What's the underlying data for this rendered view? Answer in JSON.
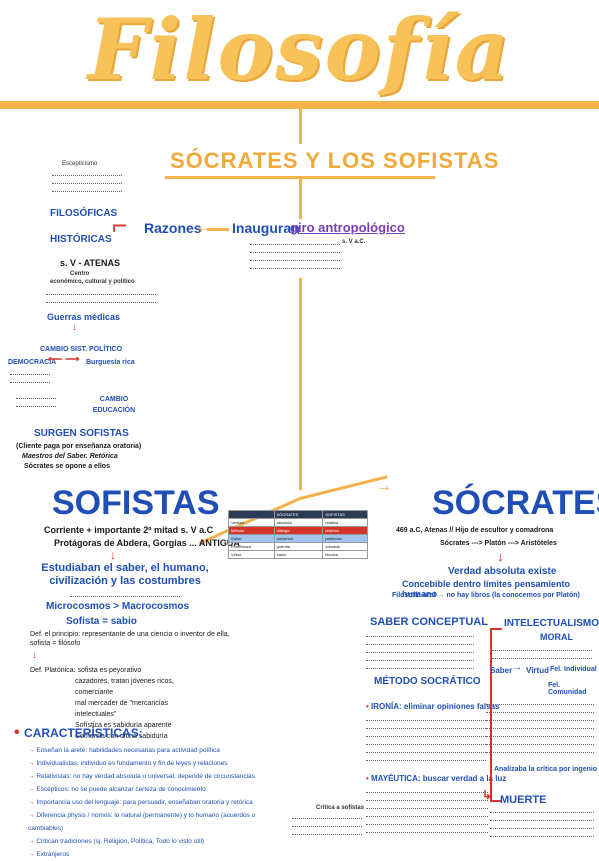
{
  "title": "Filosofía",
  "subtitle": "SÓCRATES Y LOS SOFISTAS",
  "top": {
    "razones": "Razones",
    "inauguran": "Inauguran",
    "giro": "giro antropológico",
    "siglo": "s. V a.C.",
    "filosoficas": "FILOSÓFICAS",
    "historicas": "HISTÓRICAS",
    "sv_atenas": "s. V - ATENAS",
    "centro": "Centro",
    "centro_detail": "económico, cultural y político",
    "guerras": "Guerras médicas",
    "cambio_pol": "CAMBIO SIST. POLÍTICO",
    "democracia": "DEMOCRACIA",
    "burguesia": "Burguesía rica",
    "cambio_edu": "CAMBIO EDUCACIÓN",
    "surgen": "SURGEN SOFISTAS",
    "surgen_1": "(Cliente paga por enseñanza oratoria)",
    "surgen_2": "Maestros del Saber. Retórica",
    "surgen_3": "Sócrates se opone a ellos",
    "escepticismo": "Escepticismo"
  },
  "sofistas": {
    "heading": "SOFISTAS",
    "line1": "Corriente + importante 2º mitad s. V a.C",
    "line2": "Protágoras de Abdera, Gorgias ... ANTIGUA",
    "estudiaban": "Estudiaban el saber, el humano, civilización y las costumbres",
    "micro": "Microcosmos > Macrocosmos",
    "sofista": "Sofista = sabio",
    "def1": "Def. el principio: representante de una ciencia o inventor de ella, sofista = filósofo",
    "def2": "Def. Platónica: sofista es peyorativo",
    "def2_lines": [
      "cazadores, tratan jóvenes ricos, comerciante",
      "mal mercader de \"mercancías intelectuales\"",
      "Sofística es sabiduría aparente",
      "Comercia con dicha sabiduría"
    ],
    "caracteristicas": "CARACTERÍSTICAS:",
    "items": [
      "Enseñan la areté: habilidades necesarias para actividad política",
      "Individualistas: individuo es fundamento y fin de leyes y relaciones",
      "Relativistas: no hay verdad absoluta o universal, depende de circunstancias",
      "Escépticos: no se puede alcanzar certeza de conocimiento",
      "Importancia uso del lenguaje: para persuadir, enseñaban oratoria y retórica",
      "Diferencia physis / nomos: lo natural (permanente) y lo humano (acuerdos o cambiables)",
      "Critican tradiciones (sj. Religión, Política, Todo lo visto útil)",
      "Extranjeros"
    ]
  },
  "socrates": {
    "heading": "SÓCRATES",
    "line1": "469 a.C, Atenas // Hijo de escultor y comadrona",
    "line2": "Sócrates ---> Platón ---> Aristóteles",
    "verdad": "Verdad absoluta existe",
    "concebible": "Concebible dentro límites pensamiento humano",
    "filosofia": "Filosofía oral → no hay libros (la conocemos por Platón)",
    "saber": "SABER CONCEPTUAL",
    "metodo": "MÉTODO SOCRÁTICO",
    "ironia": "IRONÍA: eliminar opiniones falsas",
    "mayeutica": "MAYÉUTICA: buscar verdad a la luz",
    "intelectualismo": "INTELECTUALISMO",
    "moral": "MORAL",
    "saber_word": "Saber",
    "virtud": "Virtud",
    "felicidad": "Fel. Individual",
    "fel_com": "Fel. Comunidad",
    "analizaba": "Analizaba la crítica por ingenio",
    "muerte": "MUERTE",
    "critica": "Critica a sofistas"
  },
  "table": {
    "rows": [
      [
        "",
        "SÓCRATES",
        "SOFISTAS"
      ],
      [
        "Verdad",
        "absoluta",
        "relativa"
      ],
      [
        "Método",
        "diálogo",
        "retórica"
      ],
      [
        "Saber",
        "universal",
        "particular"
      ],
      [
        "Enseñanza",
        "gratuita",
        "cobrada"
      ],
      [
        "Virtud",
        "saber",
        "técnica"
      ]
    ]
  }
}
